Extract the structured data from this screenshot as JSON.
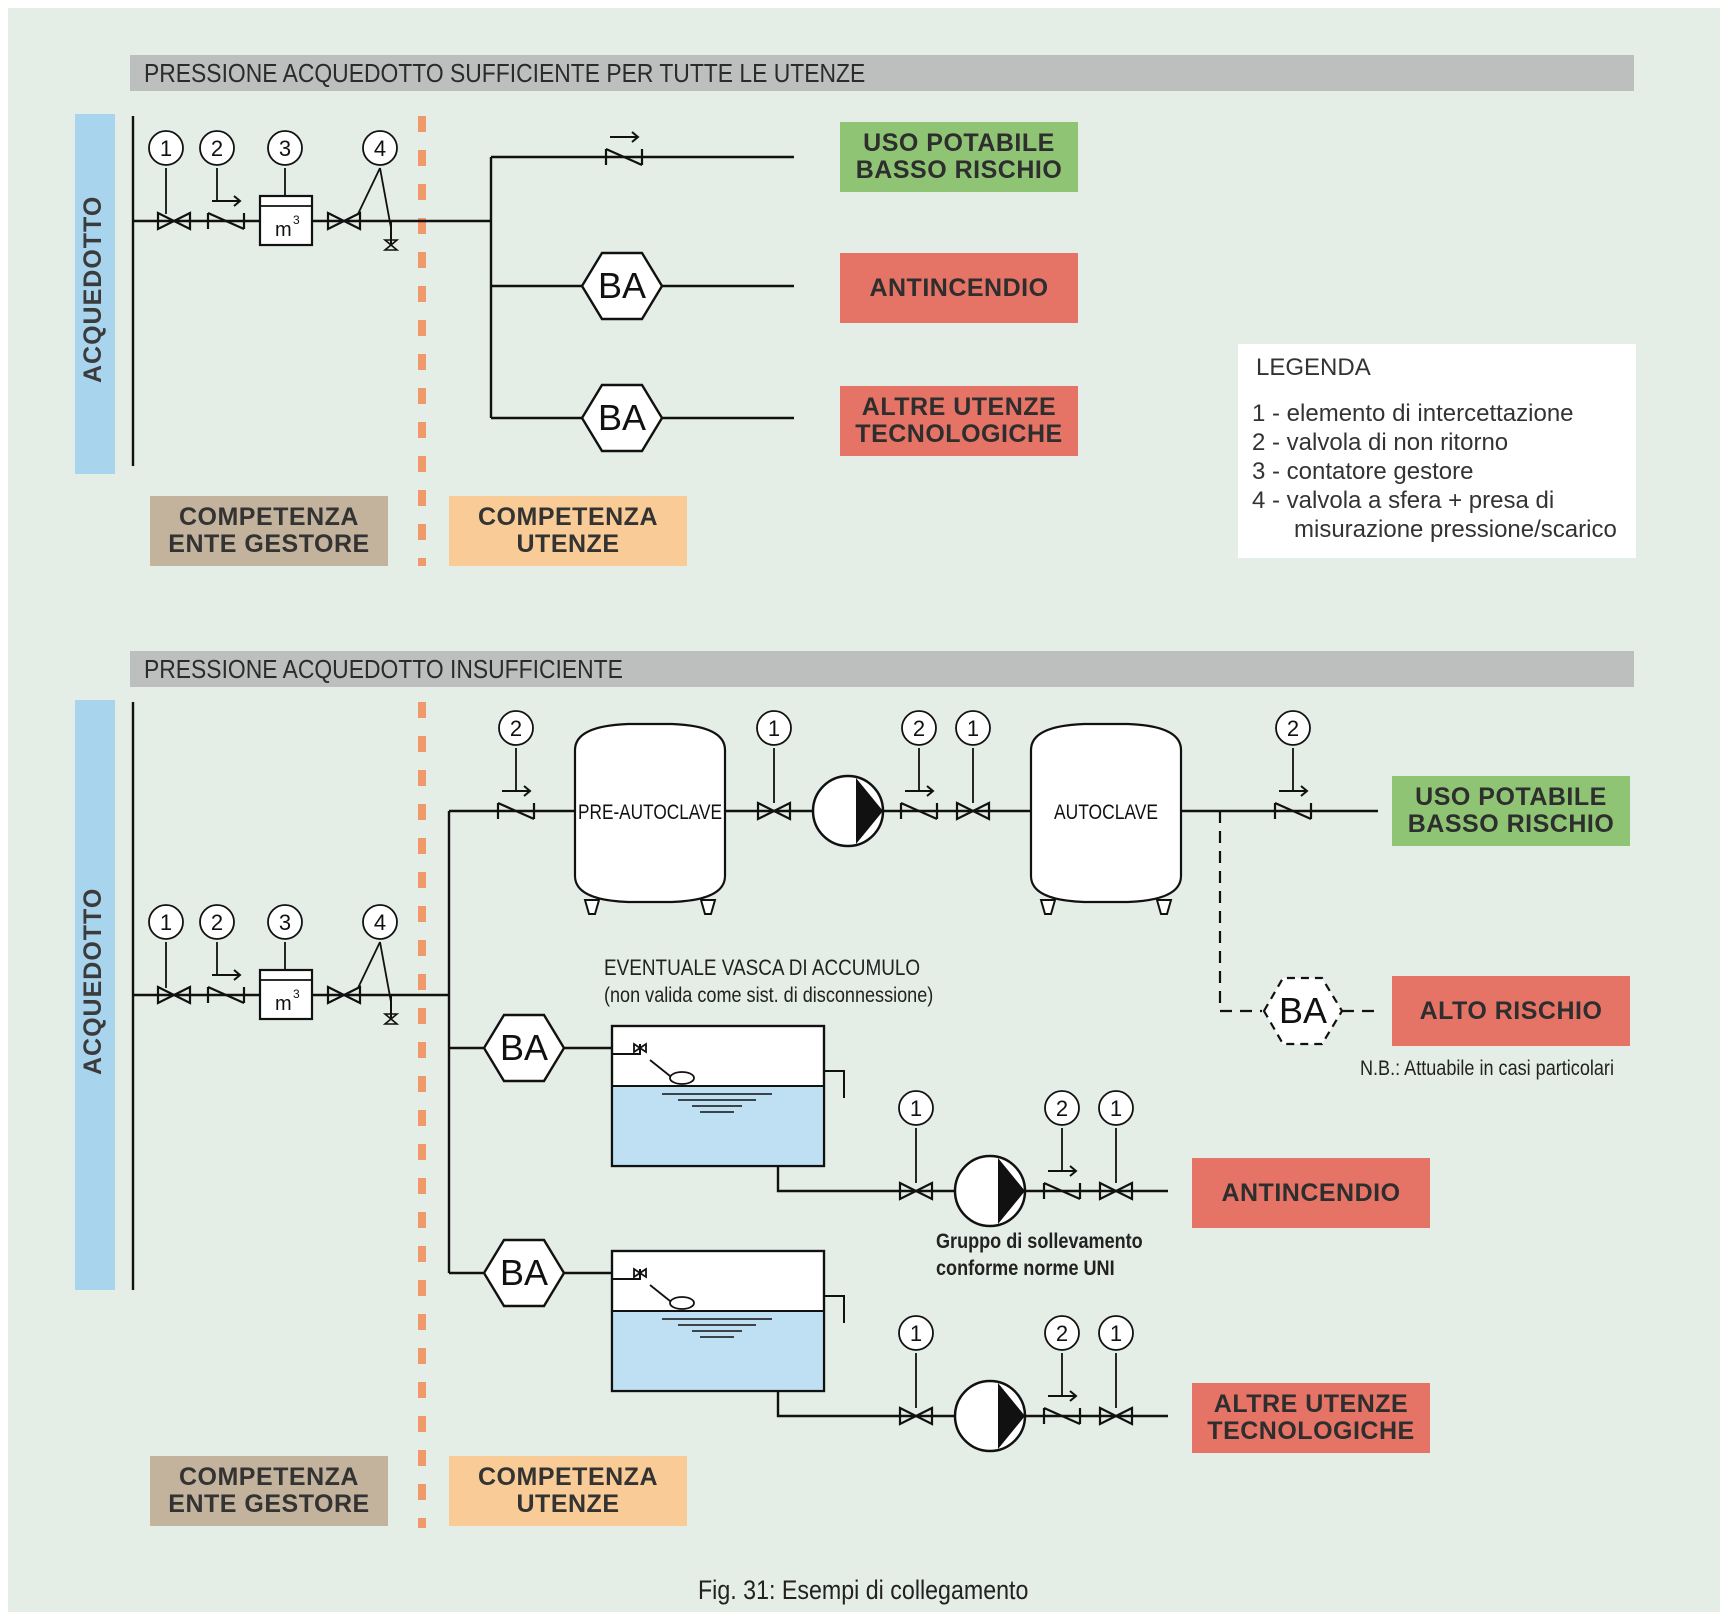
{
  "top": {
    "header": "PRESSIONE ACQUEDOTTO SUFFICIENTE PER TUTTE LE UTENZE",
    "side_label": "ACQUEDOTTO",
    "meter_label": "m",
    "meter_exp": "3",
    "ba": "BA",
    "outputs": [
      "USO POTABILE\nBASSO RISCHIO",
      "ANTINCENDIO",
      "ALTRE UTENZE\nTECNOLOGICHE"
    ],
    "competenza_gestore": "COMPETENZA\nENTE GESTORE",
    "competenza_utenze": "COMPETENZA\nUTENZE"
  },
  "legend": {
    "title": "LEGENDA",
    "items": [
      "1 - elemento di intercettazione",
      "2 - valvola di non ritorno",
      "3 - contatore gestore",
      "4 - valvola a sfera + presa di",
      "misurazione pressione/scarico"
    ]
  },
  "bottom": {
    "header": "PRESSIONE ACQUEDOTTO INSUFFICIENTE",
    "side_label": "ACQUEDOTTO",
    "pre_autoclave": "PRE-AUTOCLAVE",
    "autoclave": "AUTOCLAVE",
    "vasca_title": "EVENTUALE VASCA DI ACCUMULO",
    "vasca_sub": "(non valida come sist. di disconnessione)",
    "gruppo_1": "Gruppo di sollevamento",
    "gruppo_2": "conforme norme UNI",
    "nb": "N.B.: Attuabile in casi particolari",
    "outputs": {
      "uso": "USO POTABILE\nBASSO RISCHIO",
      "alto": "ALTO RISCHIO",
      "antincendio": "ANTINCENDIO",
      "altre": "ALTRE UTENZE\nTECNOLOGICHE"
    },
    "competenza_gestore": "COMPETENZA\nENTE GESTORE",
    "competenza_utenze": "COMPETENZA\nUTENZE"
  },
  "caption": "Fig. 31: Esempi di collegamento",
  "colors": {
    "background": "#e4ede6",
    "header": "#bdbfbe",
    "water_blue": "#a8d4ee",
    "green": "#8ec474",
    "red": "#e57366",
    "tan": "#c3b39d",
    "peach": "#f9cb96",
    "dash_orange": "#f09a6c"
  }
}
